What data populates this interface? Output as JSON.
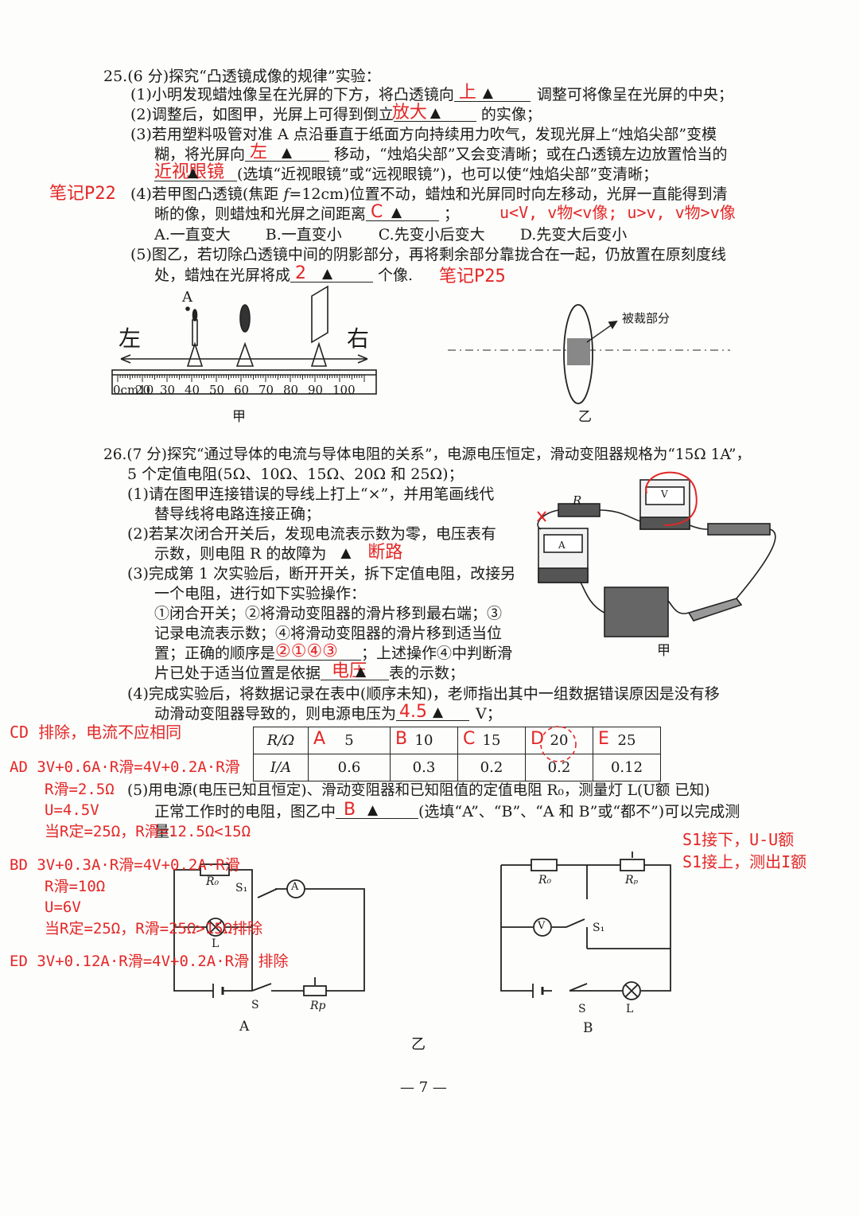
{
  "q25": {
    "title": "25.(6 分)探究“凸透镜成像的规律”实验：",
    "l1a": "(1)小明发现蜡烛像呈在光屏的下方，将凸透镜向",
    "l1b": "调整可将像呈在光屏的中央；",
    "l2a": "(2)调整后，如图甲，光屏上可得到倒立",
    "l2b": "的实像；",
    "l3a": "(3)若用塑料吸管对准 A 点沿垂直于纸面方向持续用力吹气，发现光屏上“烛焰尖部”变模",
    "l4a": "糊，将光屏向",
    "l4b": "移动，“烛焰尖部”又会变清晰；或在凸透镜左边放置恰当的",
    "l5b": "(选填“近视眼镜”或“远视眼镜”)，也可以使“烛焰尖部”变清晰；",
    "l6a": "(4)若甲图凸透镜(焦距",
    "l6b": "f",
    "l6c": "=12cm)位置不动，蜡烛和光屏同时向左移动，光屏一直能得到清",
    "l7a": "晰的像，则蜡烛和光屏之间距离",
    "l7b": "；",
    "optA": "A.一直变大",
    "optB": "B.一直变小",
    "optC": "C.先变小后变大",
    "optD": "D.先变大后变小",
    "l8a": "(5)图乙，若切除凸透镜中间的阴影部分，再将剩余部分靠拢合在一起，仍放置在原刻度线",
    "l9a": "处，蜡烛在光屏将成",
    "l9b": "个像.",
    "fig_left": "左",
    "fig_right": "右",
    "fig_A": "A",
    "fig_jia": "甲",
    "fig_yi": "乙",
    "fig_cut": "被裁部分",
    "ruler_ticks": [
      "0cm10",
      "20",
      "30",
      "40",
      "50",
      "60",
      "70",
      "80",
      "90",
      "100"
    ]
  },
  "q26": {
    "title": "26.(7 分)探究“通过导体的电流与导体电阻的关系”，电源电压恒定，滑动变阻器规格为“15Ω 1A”，",
    "l1": "5 个定值电阻(5Ω、10Ω、15Ω、20Ω 和 25Ω)；",
    "p1a": "(1)请在图甲连接错误的导线上打上“×”，并用笔画线代",
    "p1b": "替导线将电路连接正确；",
    "p2a": "(2)若某次闭合开关后，发现电流表示数为零，电压表有",
    "p2b": "示数，则电阻 R 的故障为",
    "p3a": "(3)完成第 1 次实验后，断开开关，拆下定值电阻，改接另",
    "p3b": "一个电阻，进行如下实验操作：",
    "p3c": "①闭合开关；②将滑动变阻器的滑片移到最右端；③",
    "p3d": "记录电流表示数；④将滑动变阻器的滑片移到适当位",
    "p3e": "置；正确的顺序是",
    "p3f": "；上述操作④中判断滑",
    "p3g": "片已处于适当位置是依据",
    "p3h": "表的示数；",
    "p4a": "(4)完成实验后，将数据记录在表中(顺序未知)，老师指出其中一组数据错误原因是没有移",
    "p4b": "动滑动变阻器导致的，则电源电压为",
    "p4c": "V；",
    "p5a": "(5)用电源(电压已知且恒定)、滑动变阻器和已知阻值的定值电阻 R₀，测量灯 L(U额 已知)",
    "p5b": "正常工作时的电阻，图乙中",
    "p5c": "(选填“A”、“B”、“A 和 B”或“都不”)可以完成测",
    "p5d": "量.",
    "table_head": [
      "R/Ω",
      "I/A"
    ],
    "table_R": [
      "5",
      "10",
      "15",
      "20",
      "25"
    ],
    "table_I": [
      "0.6",
      "0.3",
      "0.2",
      "0.2",
      "0.12"
    ],
    "fig_jia": "甲",
    "fig_yi": "乙",
    "fig_A": "A",
    "fig_B": "B",
    "lbl_R": "R",
    "lbl_R0": "R₀",
    "lbl_Rp": "Rp",
    "lbl_RP": "Rₚ",
    "lbl_S1": "S₁",
    "lbl_S": "S",
    "lbl_L": "L",
    "lbl_Am": "A",
    "lbl_V": "V"
  },
  "answers": {
    "a1": "上",
    "a2": "放大",
    "a3": "左",
    "a4": "近视眼镜",
    "a5": "C",
    "a5note": "u<V, v物<v像; u>v, v物>v像",
    "note22": "笔记P22",
    "a6": "2",
    "note25": "笔记P25",
    "a7": "断路",
    "a8": "②①④③",
    "a9": "电压",
    "a10": "4.5",
    "a11": "B",
    "col_labels": [
      "A",
      "B",
      "C",
      "D",
      "E"
    ],
    "cd": "CD 排除，电流不应相同",
    "ad1": "AD  3V+0.6A·R滑=4V+0.2A·R滑",
    "ad2": "R滑=2.5Ω",
    "ad3": "U=4.5V",
    "ad4": "当R定=25Ω，R滑=12.5Ω<15Ω",
    "bd1": "BD  3V+0.3A·R滑=4V+0.2A·R滑",
    "bd2": "R滑=10Ω",
    "bd3": "U=6V",
    "bd4": "当R定=25Ω，R滑=25Ω>15Ω排除",
    "ed1": "ED  3V+0.12A·R滑=4V+0.2A·R滑  排除",
    "s1a": "S1接下，U-U额",
    "s1b": "S1接上，测出I额"
  },
  "page_number": "— 7 —",
  "tri": "▲"
}
